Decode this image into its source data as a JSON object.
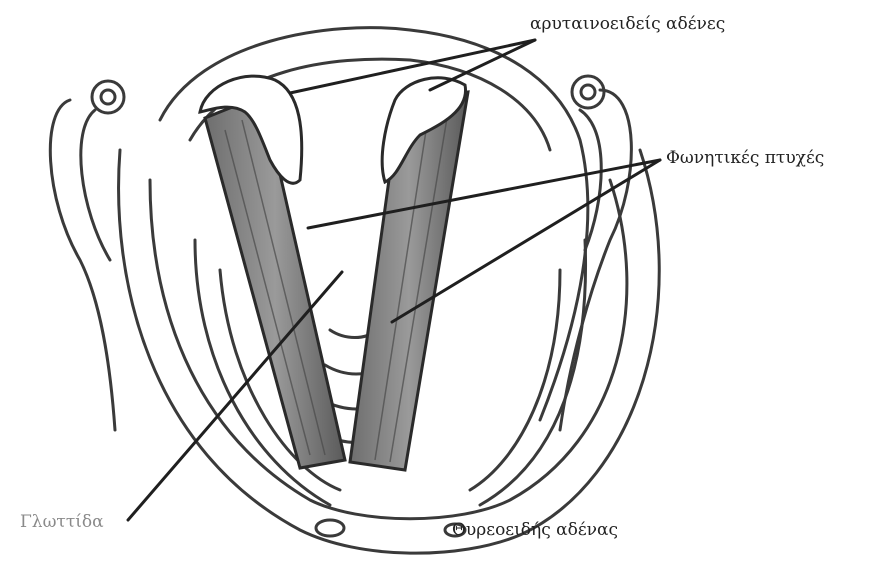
{
  "labels": {
    "arytenoid_glands": "αρυταινοειδείς αδένες",
    "vocal_folds": "Φωνητικές πτυχές",
    "glottis": "Γλωττίδα",
    "thyroid_gland": "Θυρεοειδής αδένας"
  },
  "colors": {
    "line": "#2a2a2a",
    "fold_fill": "#8c8c8c",
    "fold_dark": "#555555",
    "glottis_label": "#8a8a8a"
  }
}
